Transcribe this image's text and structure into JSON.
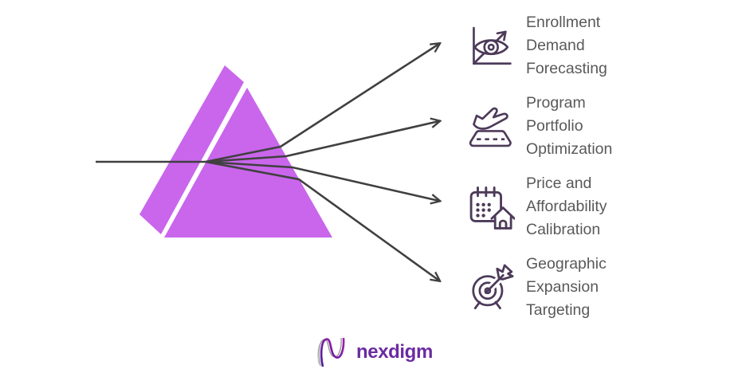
{
  "colors": {
    "prism_fill": "#C966EC",
    "ray": "#404040",
    "icon_stroke": "#4D3A59",
    "text": "#595959",
    "logo_purple": "#6B2BA1",
    "logo_gray": "#9A9A9A"
  },
  "items": [
    {
      "icon": "eye-growth-chart-icon",
      "lines": [
        "Enrollment",
        "Demand",
        "Forecasting"
      ]
    },
    {
      "icon": "airplane-takeoff-icon",
      "lines": [
        "Program",
        "Portfolio",
        "Optimization"
      ]
    },
    {
      "icon": "calendar-house-icon",
      "lines": [
        "Price and",
        "Affordability",
        "Calibration"
      ]
    },
    {
      "icon": "target-dart-icon",
      "lines": [
        "Geographic",
        "Expansion",
        "Targeting"
      ]
    }
  ],
  "logo": {
    "text": "nexdigm"
  }
}
